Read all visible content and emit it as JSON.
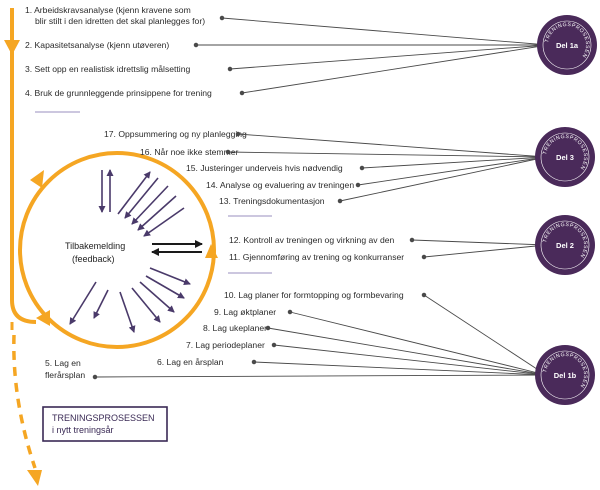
{
  "colors": {
    "orange": "#f5a623",
    "purple": "#4a2a5a",
    "line": "#4a4a4a",
    "underline": "#9a8fbf"
  },
  "steps": {
    "s1_line1": "1. Arbeidskravsanalyse (kjenn kravene som",
    "s1_line2": "blir stilt i den idretten det skal planlegges for)",
    "s2": "2. Kapasitetsanalyse (kjenn utøveren)",
    "s3": "3. Sett opp en realistisk idrettslig målsetting",
    "s4": "4. Bruk de grunnleggende prinsippene for trening",
    "s5_line1": "5. Lag en",
    "s5_line2": "flerårsplan",
    "s6": "6. Lag en årsplan",
    "s7": "7. Lag periodeplaner",
    "s8": "8. Lag ukeplaner",
    "s9": "9. Lag øktplaner",
    "s10": "10. Lag planer for formtopping og formbevaring",
    "s11": "11. Gjennomføring av trening og konkurranser",
    "s12": "12. Kontroll av treningen og virkning av den",
    "s13": "13. Treningsdokumentasjon",
    "s14": "14. Analyse og evaluering av treningen",
    "s15": "15. Justeringer underveis hvis nødvendig",
    "s16": "16. Når noe ikke stemmer",
    "s17": "17. Oppsummering og ny planlegging"
  },
  "center": {
    "line1": "Tilbakemelding",
    "line2": "(feedback)"
  },
  "badges": {
    "ring_text": "TRENINGSPROSESSEN",
    "del1a": "Del 1a",
    "del3": "Del 3",
    "del2": "Del 2",
    "del1b": "Del 1b"
  },
  "box": {
    "line1": "TRENINGSPROSESSEN",
    "line2": "i nytt treningsår"
  }
}
